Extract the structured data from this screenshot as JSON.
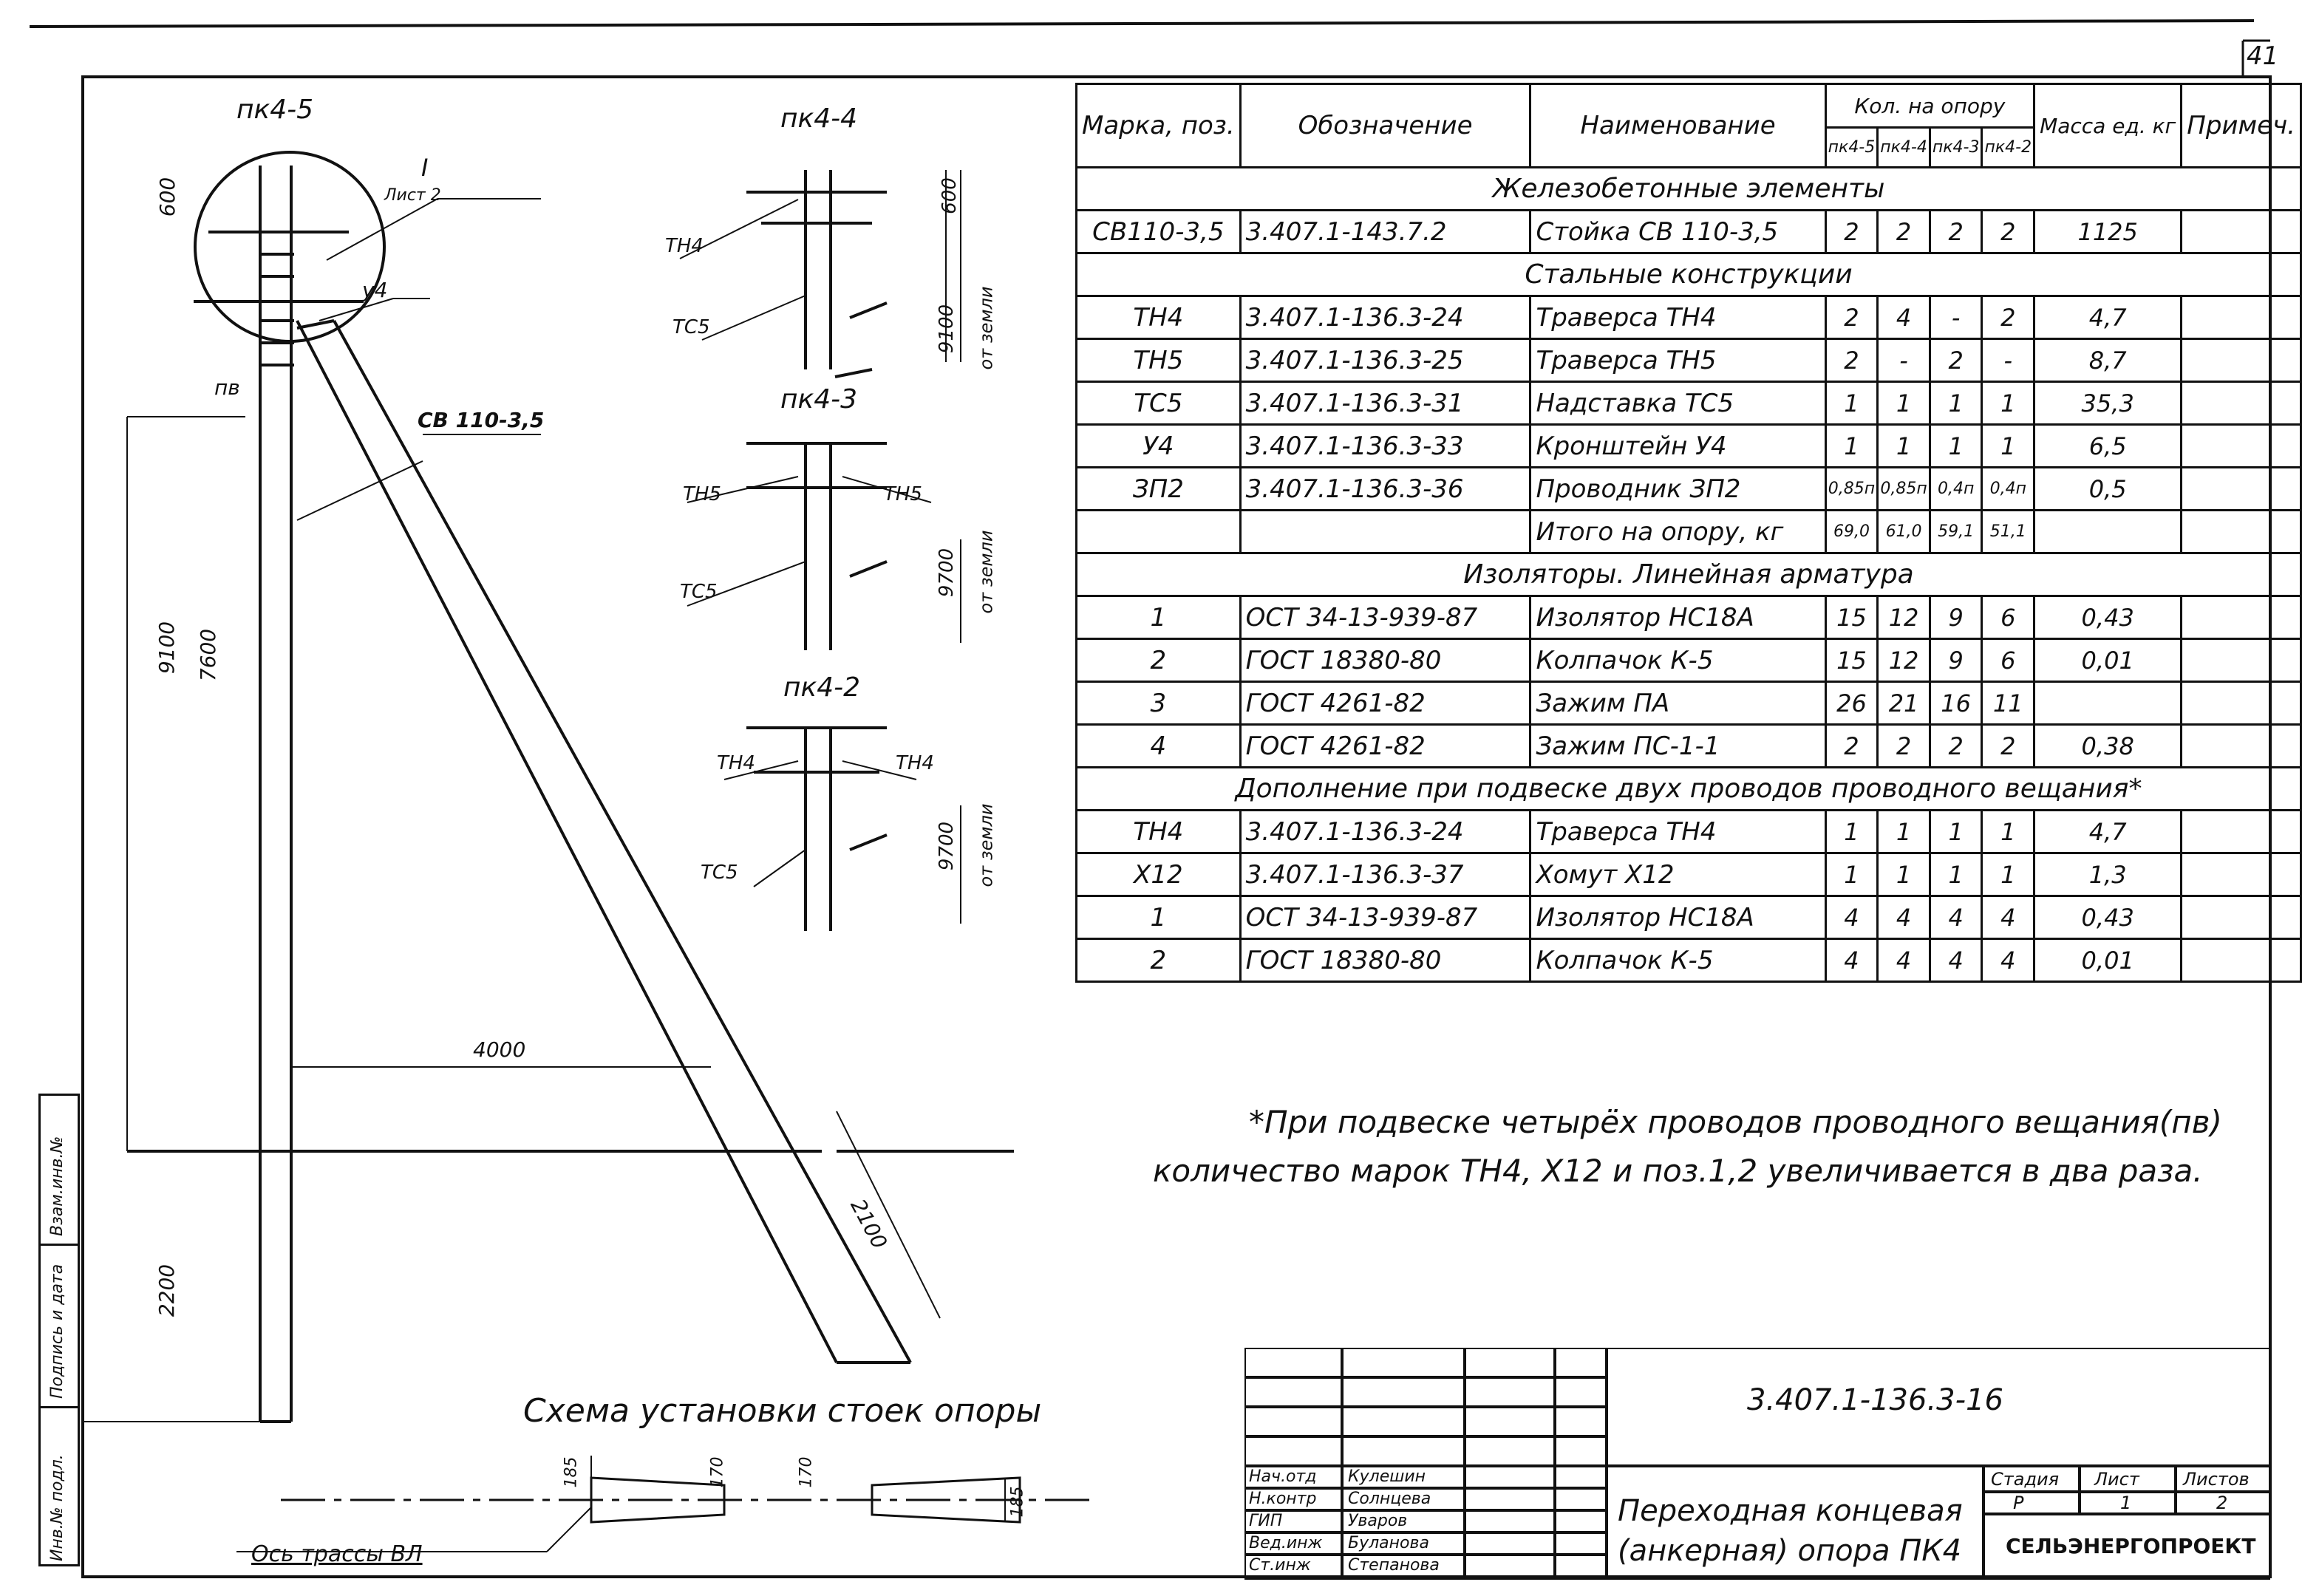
{
  "page_number": "41",
  "main_view": {
    "label": "пк4-5",
    "callout_mark": "I",
    "callout_sheet": "Лист 2",
    "label_u4": "у4",
    "label_pv": "пв",
    "label_pole": "СВ 110-3,5",
    "dim_600": "600",
    "dim_9100": "9100",
    "dim_7600": "7600",
    "dim_4000": "4000",
    "dim_2100": "2100",
    "dim_2200": "2200"
  },
  "aux_views": [
    {
      "label": "пк4-4",
      "left_mark": "ТН4",
      "right_mark": "",
      "bottom_mark": "ТС5",
      "dim_top": "600",
      "dim_height": "9100",
      "dim_note": "от земли"
    },
    {
      "label": "пк4-3",
      "left_mark": "ТН5",
      "right_mark": "ТН5",
      "bottom_mark": "ТС5",
      "dim_top": "",
      "dim_height": "9700",
      "dim_note": "от земли"
    },
    {
      "label": "пк4-2",
      "left_mark": "ТН4",
      "right_mark": "ТН4",
      "bottom_mark": "ТС5",
      "dim_top": "",
      "dim_height": "9700",
      "dim_note": "от земли"
    }
  ],
  "spec": {
    "headers": {
      "mark": "Марка, поз.",
      "designation": "Обозначение",
      "name": "Наименование",
      "qty": "Кол. на опору",
      "qty_cols": [
        "пк4-5",
        "пк4-4",
        "пк4-3",
        "пк4-2"
      ],
      "mass": "Масса ед. кг",
      "note": "Примеч."
    },
    "sections": [
      {
        "title": "Железобетонные элементы",
        "rows": [
          {
            "mark": "СВ110-3,5",
            "designation": "3.407.1-143.7.2",
            "name": "Стойка СВ 110-3,5",
            "q": [
              "2",
              "2",
              "2",
              "2"
            ],
            "mass": "1125",
            "note": ""
          }
        ]
      },
      {
        "title": "Стальные конструкции",
        "rows": [
          {
            "mark": "ТН4",
            "designation": "3.407.1-136.3-24",
            "name": "Траверса ТН4",
            "q": [
              "2",
              "4",
              "-",
              "2"
            ],
            "mass": "4,7",
            "note": ""
          },
          {
            "mark": "ТН5",
            "designation": "3.407.1-136.3-25",
            "name": "Траверса ТН5",
            "q": [
              "2",
              "-",
              "2",
              "-"
            ],
            "mass": "8,7",
            "note": ""
          },
          {
            "mark": "ТС5",
            "designation": "3.407.1-136.3-31",
            "name": "Надставка ТС5",
            "q": [
              "1",
              "1",
              "1",
              "1"
            ],
            "mass": "35,3",
            "note": ""
          },
          {
            "mark": "У4",
            "designation": "3.407.1-136.3-33",
            "name": "Кронштейн У4",
            "q": [
              "1",
              "1",
              "1",
              "1"
            ],
            "mass": "6,5",
            "note": ""
          },
          {
            "mark": "ЗП2",
            "designation": "3.407.1-136.3-36",
            "name": "Проводник ЗП2",
            "q": [
              "0,85п",
              "0,85п",
              "0,4п",
              "0,4п"
            ],
            "mass": "0,5",
            "note": ""
          },
          {
            "mark": "",
            "designation": "",
            "name": "Итого на опору, кг",
            "q": [
              "69,0",
              "61,0",
              "59,1",
              "51,1"
            ],
            "mass": "",
            "note": ""
          }
        ]
      },
      {
        "title": "Изоляторы. Линейная арматура",
        "rows": [
          {
            "mark": "1",
            "designation": "ОСТ 34-13-939-87",
            "name": "Изолятор НС18А",
            "q": [
              "15",
              "12",
              "9",
              "6"
            ],
            "mass": "0,43",
            "note": ""
          },
          {
            "mark": "2",
            "designation": "ГОСТ 18380-80",
            "name": "Колпачок К-5",
            "q": [
              "15",
              "12",
              "9",
              "6"
            ],
            "mass": "0,01",
            "note": ""
          },
          {
            "mark": "3",
            "designation": "ГОСТ 4261-82",
            "name": "Зажим ПА",
            "q": [
              "26",
              "21",
              "16",
              "11"
            ],
            "mass": "",
            "note": ""
          },
          {
            "mark": "4",
            "designation": "ГОСТ 4261-82",
            "name": "Зажим ПС-1-1",
            "q": [
              "2",
              "2",
              "2",
              "2"
            ],
            "mass": "0,38",
            "note": ""
          }
        ]
      },
      {
        "title": "Дополнение при подвеске двух проводов проводного вещания*",
        "rows": [
          {
            "mark": "ТН4",
            "designation": "3.407.1-136.3-24",
            "name": "Траверса ТН4",
            "q": [
              "1",
              "1",
              "1",
              "1"
            ],
            "mass": "4,7",
            "note": ""
          },
          {
            "mark": "Х12",
            "designation": "3.407.1-136.3-37",
            "name": "Хомут Х12",
            "q": [
              "1",
              "1",
              "1",
              "1"
            ],
            "mass": "1,3",
            "note": ""
          },
          {
            "mark": "1",
            "designation": "ОСТ 34-13-939-87",
            "name": "Изолятор НС18А",
            "q": [
              "4",
              "4",
              "4",
              "4"
            ],
            "mass": "0,43",
            "note": ""
          },
          {
            "mark": "2",
            "designation": "ГОСТ 18380-80",
            "name": "Колпачок К-5",
            "q": [
              "4",
              "4",
              "4",
              "4"
            ],
            "mass": "0,01",
            "note": ""
          }
        ]
      }
    ]
  },
  "footnote_line1": "*При подвеске четырёх проводов проводного вещания(пв)",
  "footnote_line2": "количество марок ТН4, Х12 и поз.1,2 увеличивается в два раза.",
  "scheme": {
    "title": "Схема установки стоек опоры",
    "axis_label": "Ось трассы ВЛ",
    "dim_185": "185",
    "dim_170": "170"
  },
  "title_block": {
    "doc_code": "3.407.1-136.3-16",
    "title_line1": "Переходная концевая",
    "title_line2": "(анкерная) опора ПК4",
    "stage_label": "Стадия",
    "sheet_label": "Лист",
    "sheets_label": "Листов",
    "stage_value": "Р",
    "sheet_value": "1",
    "sheets_value": "2",
    "org": "СЕЛЬЭНЕРГОПРОЕКТ",
    "people": [
      {
        "role": "Нач.отд",
        "name": "Кулешин"
      },
      {
        "role": "Н.контр",
        "name": "Солнцева"
      },
      {
        "role": "ГИП",
        "name": "Уваров"
      },
      {
        "role": "Вед.инж",
        "name": "Буланова"
      },
      {
        "role": "Ст.инж",
        "name": "Степанова"
      }
    ]
  },
  "side_stamp": [
    "Инв.№ подл.",
    "Подпись и дата",
    "Взам.инв.№"
  ]
}
